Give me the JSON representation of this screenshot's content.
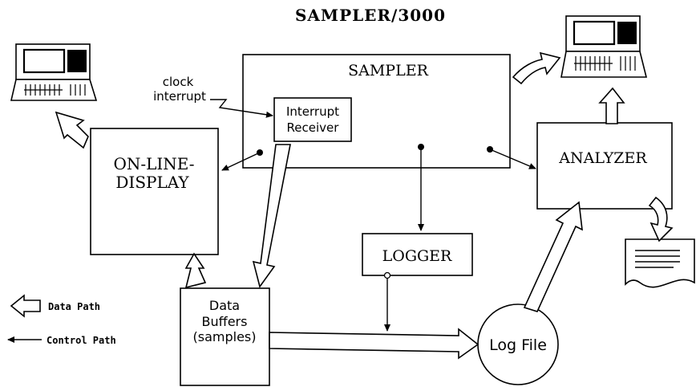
{
  "title": "SAMPLER/3000",
  "nodes": {
    "sampler": "SAMPLER",
    "interrupt_receiver": [
      "Interrupt",
      "Receiver"
    ],
    "online_display": [
      "ON-LINE-",
      "DISPLAY"
    ],
    "analyzer": "ANALYZER",
    "logger": "LOGGER",
    "data_buffers": [
      "Data",
      "Buffers",
      "(samples)"
    ],
    "log_file": "Log File"
  },
  "annotations": {
    "clock_interrupt": [
      "clock",
      "interrupt"
    ]
  },
  "legend": {
    "data_path": "Data Path",
    "control_path": "Control Path"
  },
  "icons": [
    "terminal-icon",
    "terminal-icon",
    "printed-report-icon"
  ]
}
